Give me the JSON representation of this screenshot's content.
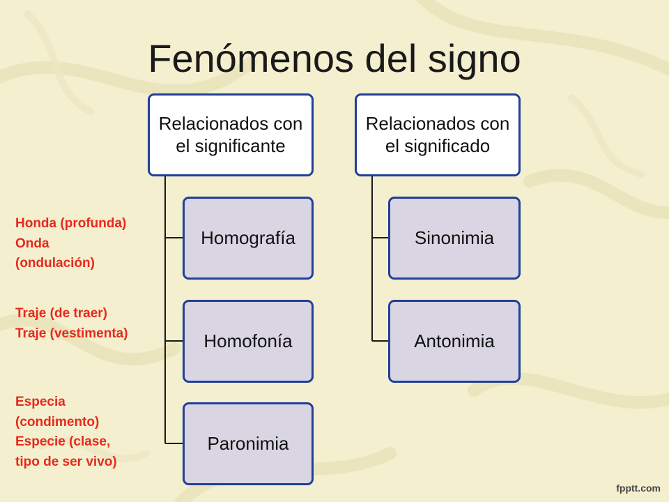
{
  "slide": {
    "title": "Fenómenos del signo",
    "footer_text": "fpptt.com"
  },
  "colors": {
    "background": "#f3efcf",
    "node_border": "#1f3f99",
    "child_fill": "#d9d5e3",
    "parent_fill": "#ffffff",
    "note_text": "#e8291c"
  },
  "diagram": {
    "left_branch": {
      "label": "Relacionados con el significante",
      "children": [
        "Homografía",
        "Homofonía",
        "Paronimia"
      ]
    },
    "right_branch": {
      "label": "Relacionados con el significado",
      "children": [
        "Sinonimia",
        "Antonimia"
      ]
    }
  },
  "notes": [
    "Honda (profunda)\nOnda\n(ondulación)",
    "Traje (de traer)\nTraje (vestimenta)",
    "Especia\n(condimento)\nEspecie (clase,\ntipo de ser vivo)"
  ]
}
